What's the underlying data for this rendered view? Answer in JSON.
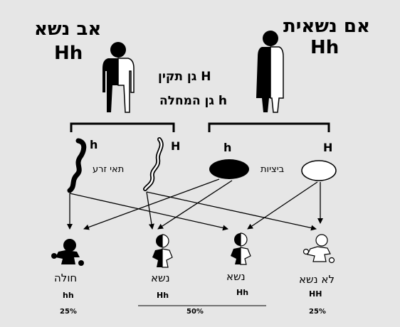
{
  "parents": {
    "father": {
      "title": "אב נשא",
      "genotype": "Hh"
    },
    "mother": {
      "title": "אם נשאית",
      "genotype": "Hh"
    }
  },
  "legend": {
    "normal_gene": "גן תקין H",
    "disease_gene": "גן המחלה h"
  },
  "gametes": {
    "sperm_label": "תאי זרע",
    "egg_label": "ביציות",
    "sperm_alleles": [
      "h",
      "H"
    ],
    "egg_alleles": [
      "h",
      "H"
    ]
  },
  "offspring": [
    {
      "phenotype": "חולה",
      "genotype": "hh"
    },
    {
      "phenotype": "נשא",
      "genotype": "Hh"
    },
    {
      "phenotype": "נשא",
      "genotype": "Hh"
    },
    {
      "phenotype": "לא נשא",
      "genotype": "HH"
    }
  ],
  "percentages": {
    "affected": "25%",
    "carriers": "50%",
    "non_carrier": "25%"
  }
}
